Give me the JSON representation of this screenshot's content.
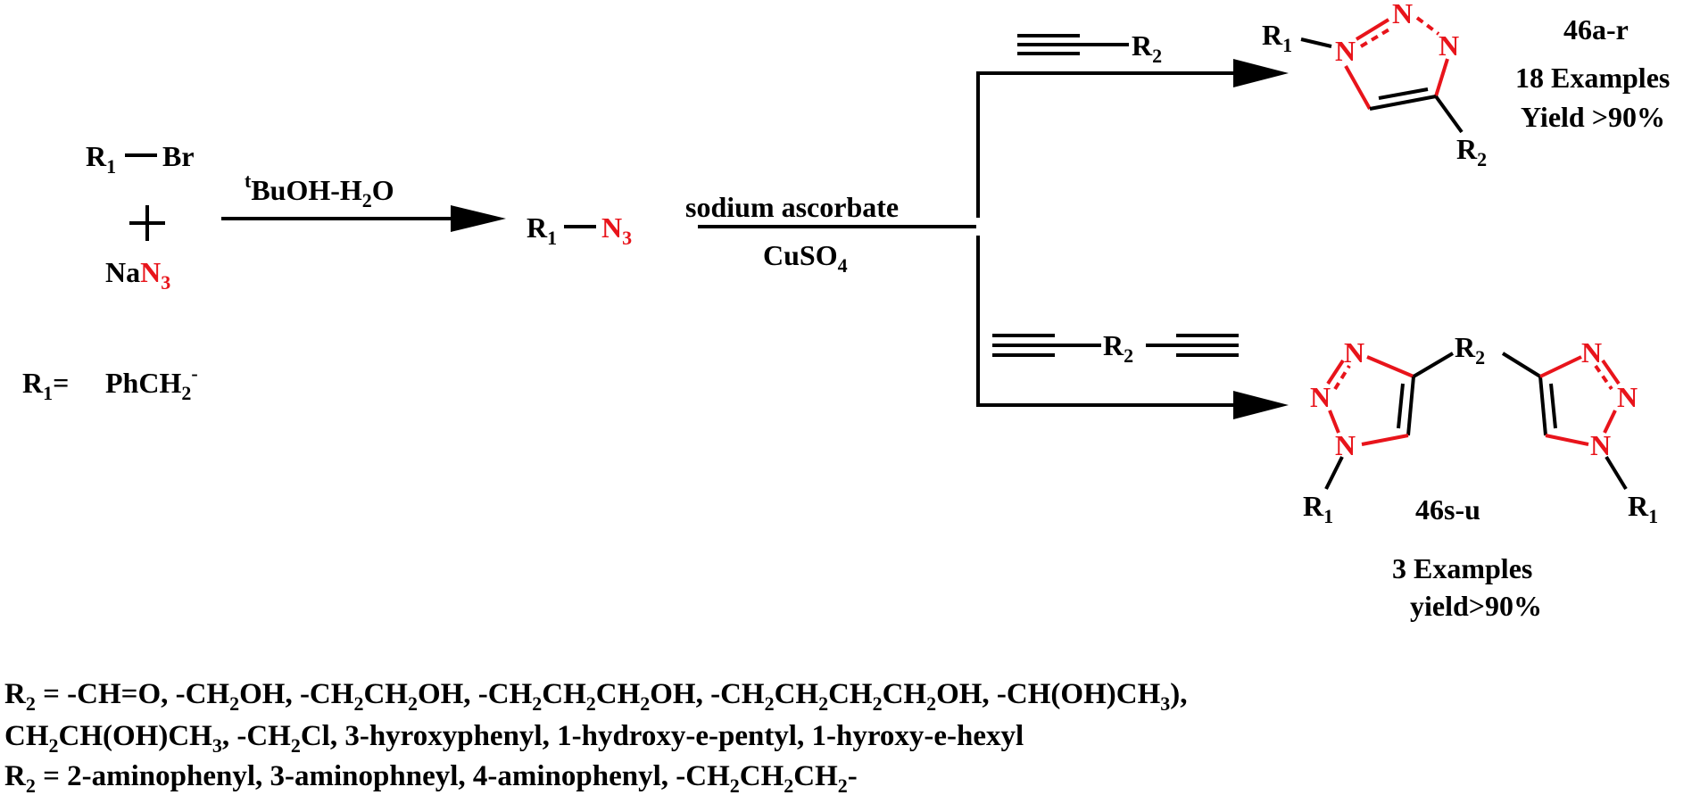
{
  "colors": {
    "text": "#000000",
    "azide": "#e8141b"
  },
  "reactants": {
    "r1": "R",
    "r1_sub": "1",
    "br": "Br",
    "plus": "+",
    "na": "Na",
    "n": "N",
    "n_sub": "3"
  },
  "definition": {
    "r1": "R",
    "r1_sub": "1",
    "eq": "=",
    "ph": "PhCH",
    "ph_sub": "2",
    "charge": "-"
  },
  "step1": {
    "sup": "t",
    "solvent": "BuOH-H",
    "solvent_sub": "2",
    "solvent_end": "O"
  },
  "azide": {
    "r": "R",
    "r_sub": "1",
    "n": "N",
    "n_sub": "3"
  },
  "step2": {
    "reagent_top": "sodium ascorbate",
    "reagent_bottom": "CuSO",
    "reagent_bottom_sub": "4"
  },
  "alkyne_top": {
    "r": "R",
    "r_sub": "2"
  },
  "alkyne_bottom": {
    "r": "R",
    "r_sub": "2"
  },
  "product_top": {
    "r1": "R",
    "r1_sub": "1",
    "n": "N",
    "r2": "R",
    "r2_sub": "2",
    "code": "46a-r",
    "examples": "18 Examples",
    "yield": "Yield >90%"
  },
  "product_bottom": {
    "r1": "R",
    "r1_sub": "1",
    "r2": "R",
    "r2_sub": "2",
    "n": "N",
    "code": "46s-u",
    "examples": "3 Examples",
    "yield": "yield>90%"
  },
  "footnotes": {
    "line1": [
      "R",
      "2",
      " = -CH=O, -CH",
      "2",
      "OH, -CH",
      "2",
      "CH",
      "2",
      "OH, -CH",
      "2",
      "CH",
      "2",
      "CH",
      "2",
      "OH, -CH",
      "2",
      "CH",
      "2",
      "CH",
      "2",
      "CH",
      "2",
      "OH, -CH(OH)CH",
      "3",
      "),"
    ],
    "line2": [
      "CH",
      "2",
      "CH(OH)CH",
      "3",
      ", -CH",
      "2",
      "Cl, 3-hyroxyphenyl, 1-hydroxy-e-pentyl, 1-hyroxy-e-hexyl"
    ],
    "line3": [
      "R",
      "2",
      " = 2-aminophenyl, 3-aminophneyl, 4-aminophenyl, -CH",
      "2",
      "CH",
      "2",
      "CH",
      "2",
      "-"
    ]
  }
}
